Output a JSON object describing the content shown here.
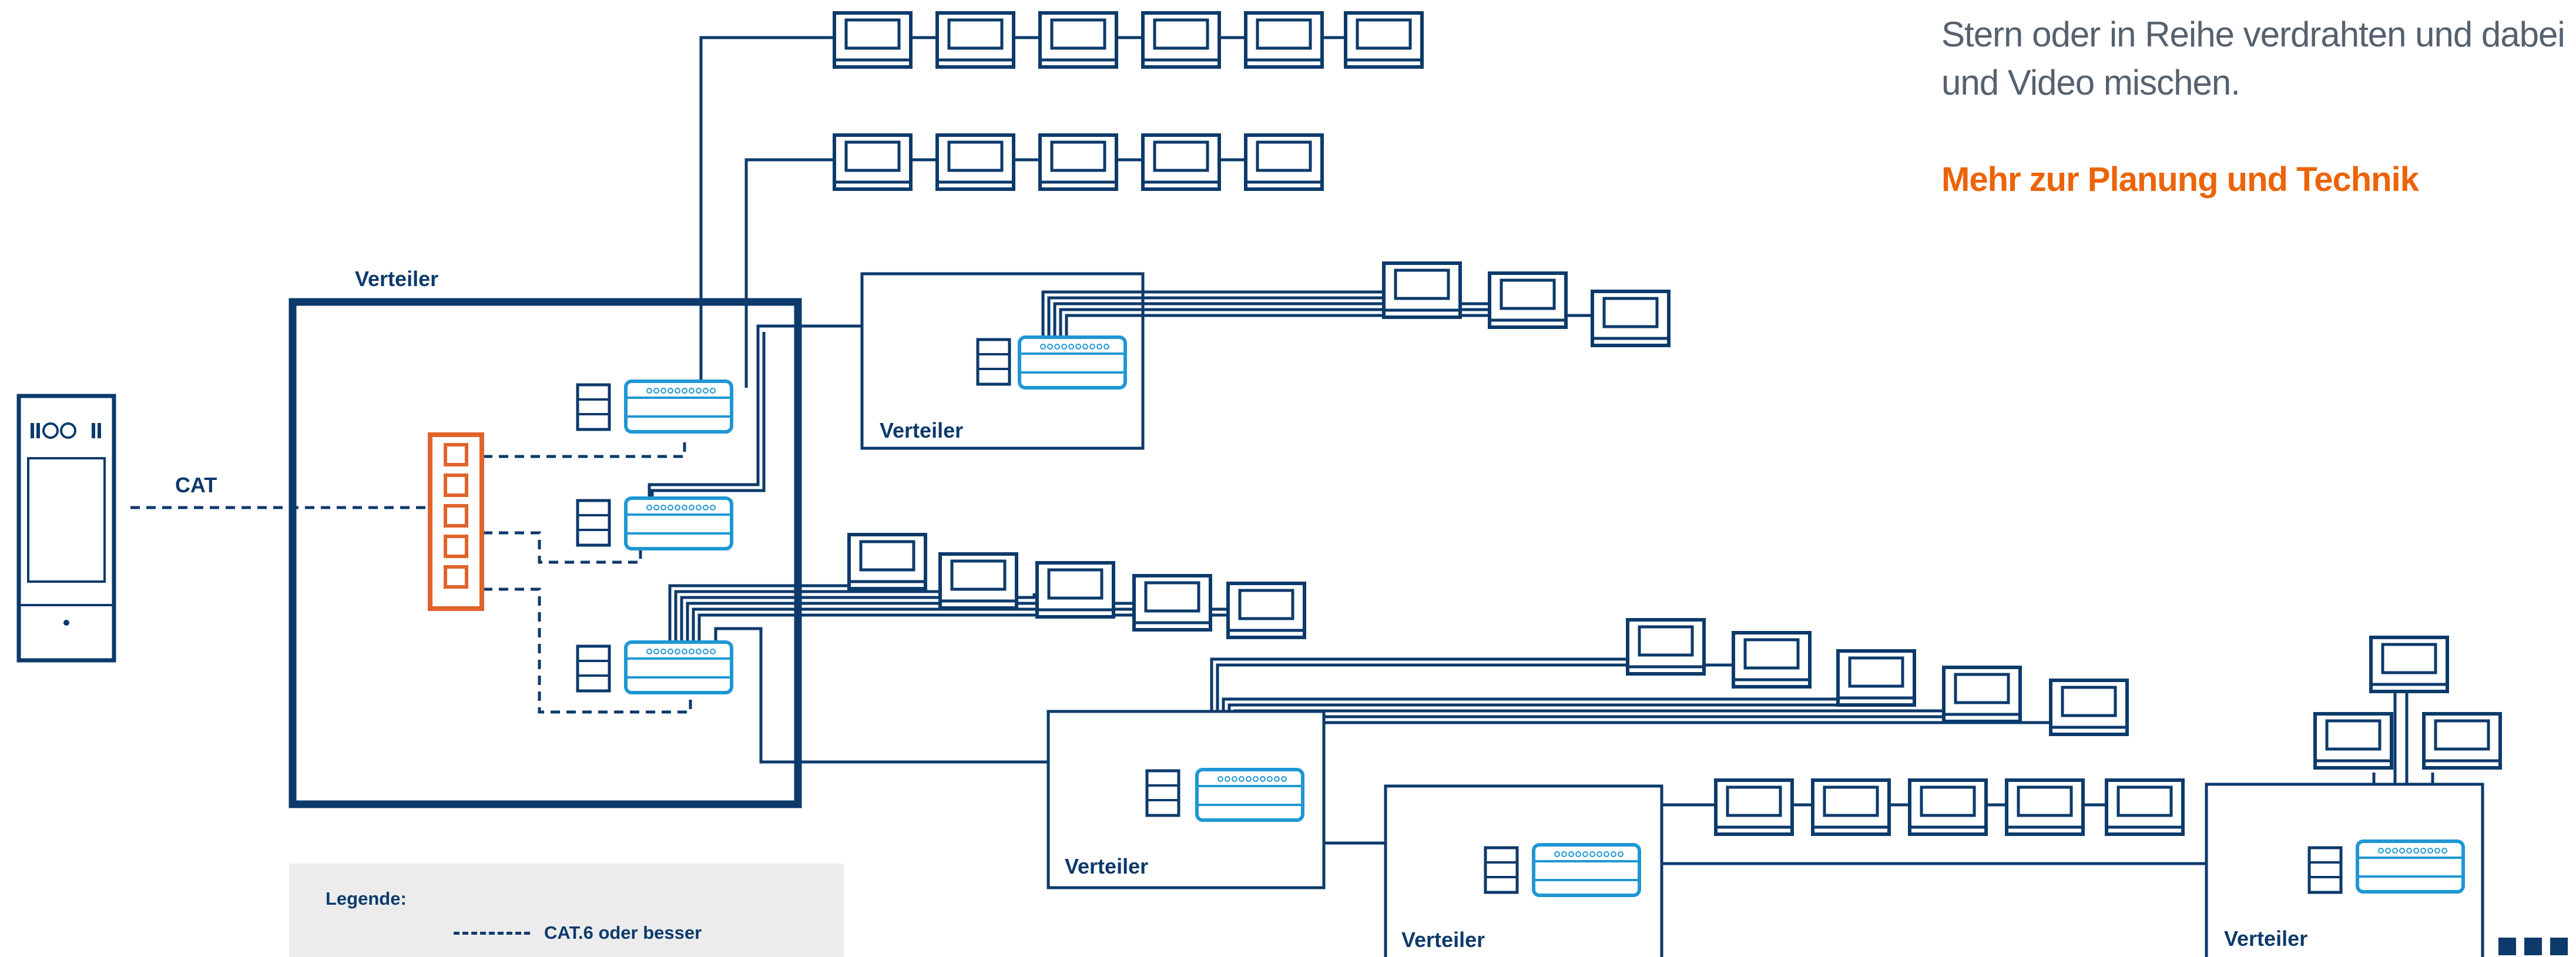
{
  "intro": {
    "line1": "Stern oder in Reihe verdrahten und dabei",
    "line2": "und Video mischen."
  },
  "more_link": "Mehr zur Planung und Technik",
  "labels": {
    "distributor": "Verteiler",
    "cable": "CAT"
  },
  "legend": {
    "title": "Legende:",
    "entry": "CAT.6 oder besser"
  },
  "colors": {
    "dark_blue": "#0c3a6b",
    "light_blue": "#1f97d4",
    "orange": "#e0642a",
    "text_grey": "#55616e",
    "link_orange": "#ec6409"
  }
}
